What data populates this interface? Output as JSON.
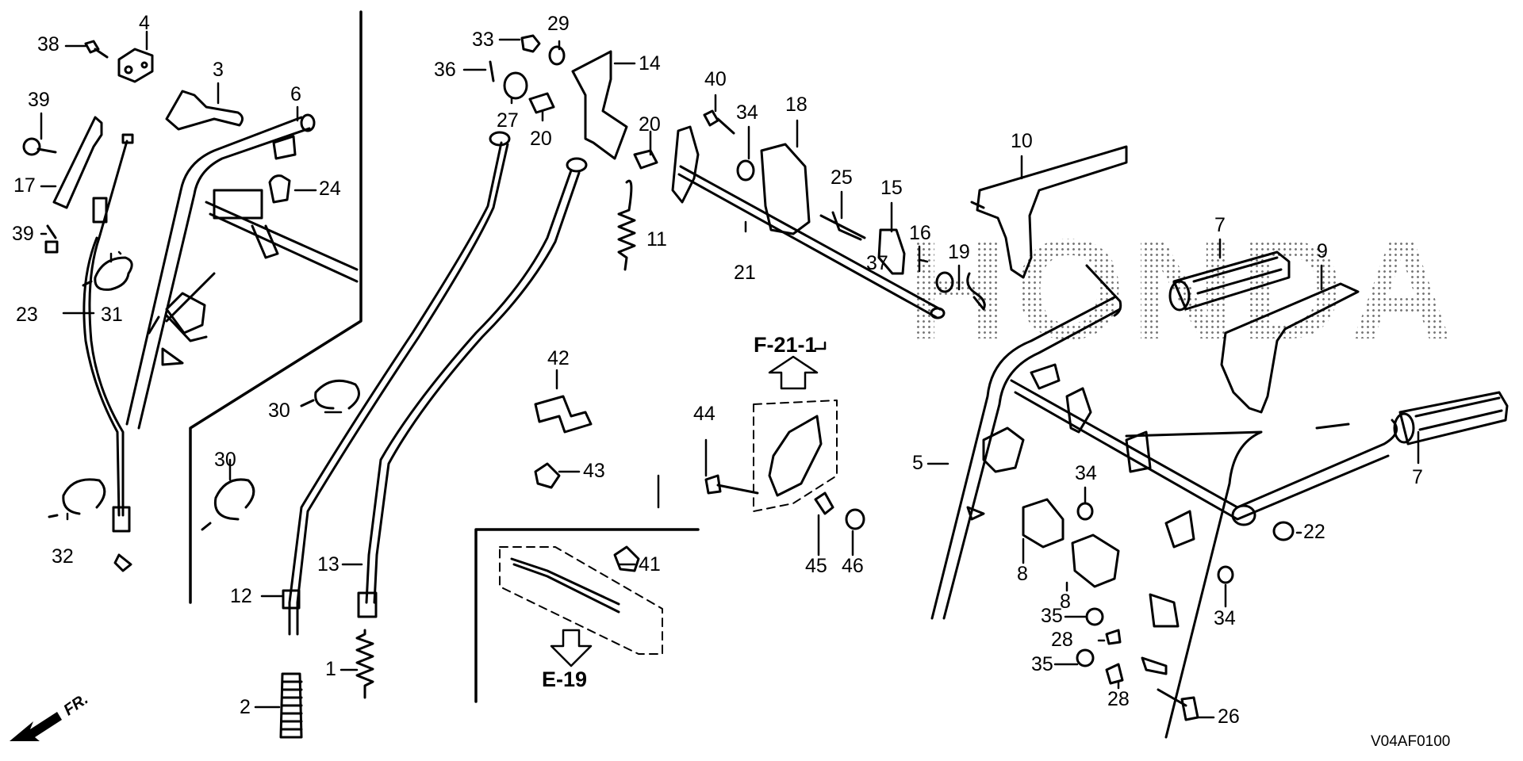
{
  "diagram": {
    "type": "exploded-parts-diagram",
    "brand_watermark": "HONDA",
    "diagram_code": "V04AF0100",
    "direction_marker": "FR.",
    "references": [
      {
        "id": "ref-f21-1",
        "text": "F-21-1",
        "arrow": "up"
      },
      {
        "id": "ref-e19",
        "text": "E-19",
        "arrow": "down"
      }
    ],
    "callouts": [
      "1",
      "2",
      "3",
      "4",
      "5",
      "6",
      "7",
      "7",
      "8",
      "8",
      "9",
      "10",
      "11",
      "12",
      "13",
      "14",
      "15",
      "16",
      "17",
      "18",
      "19",
      "20",
      "20",
      "21",
      "22",
      "23",
      "24",
      "25",
      "26",
      "27",
      "28",
      "28",
      "29",
      "30",
      "30",
      "31",
      "32",
      "33",
      "34",
      "34",
      "34",
      "35",
      "35",
      "36",
      "37",
      "38",
      "39",
      "39",
      "40",
      "41",
      "42",
      "43",
      "44",
      "45",
      "46"
    ]
  }
}
